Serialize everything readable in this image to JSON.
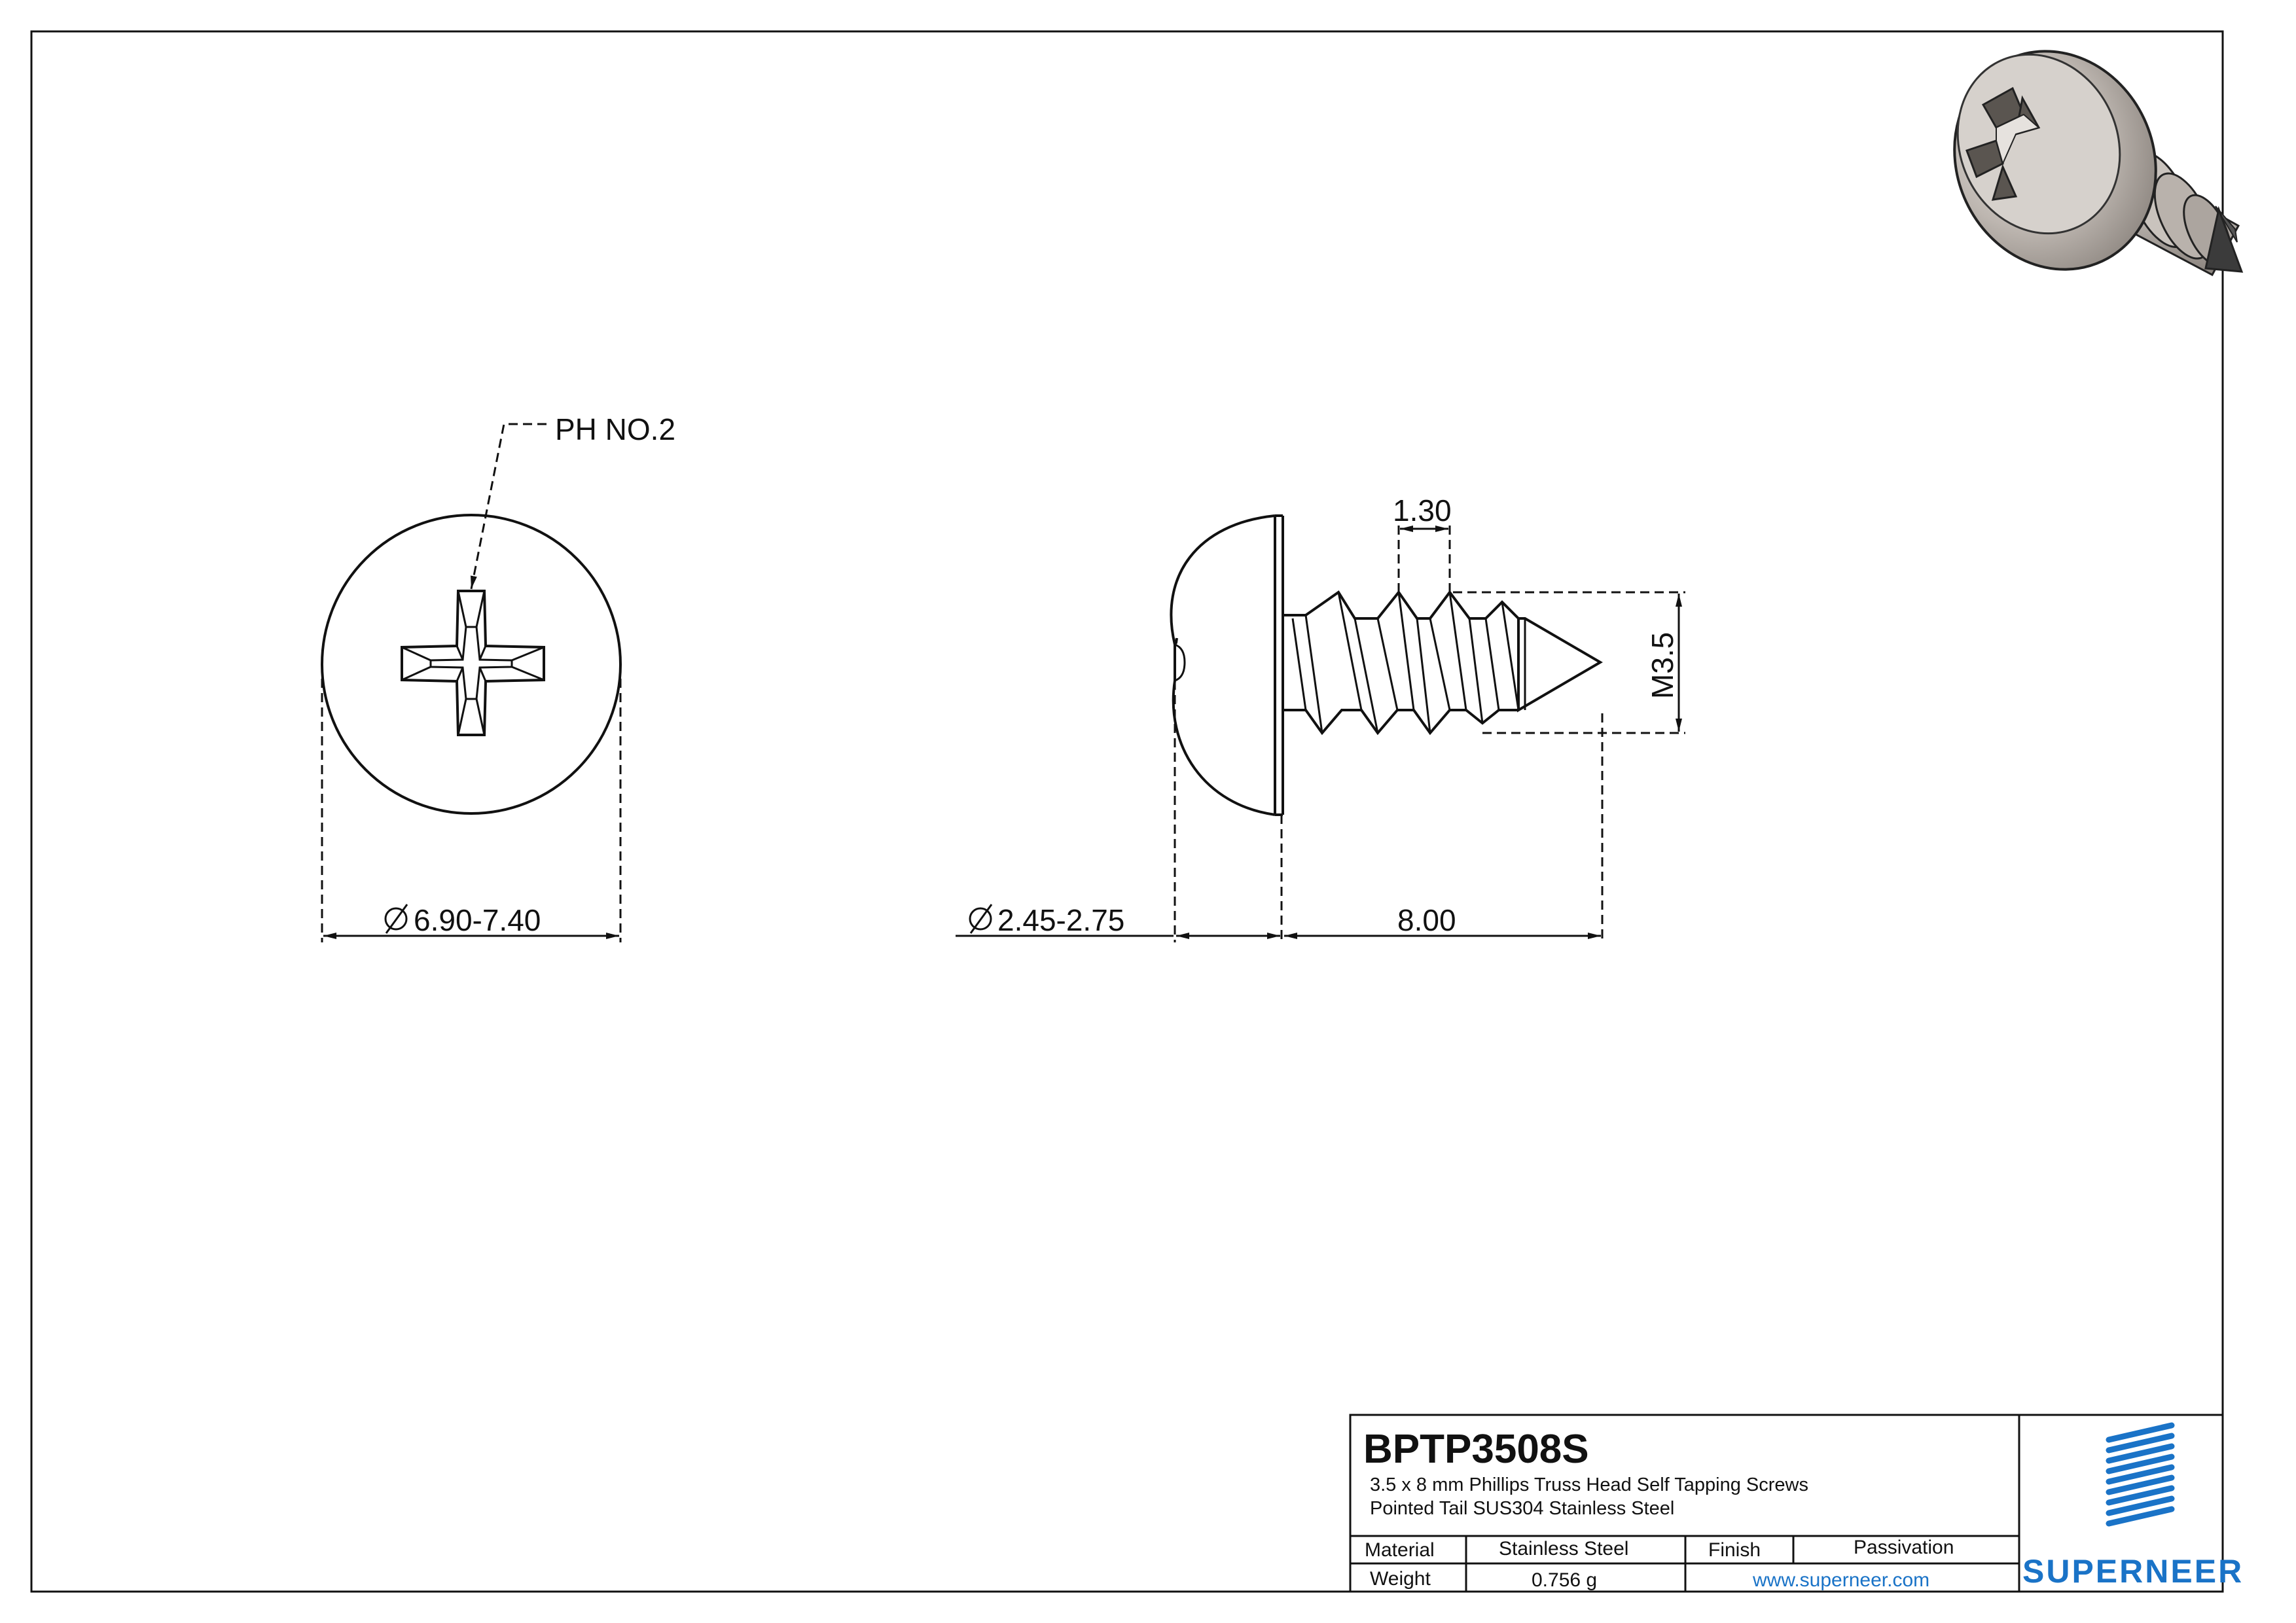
{
  "drawing": {
    "callout_drive": "PH NO.2",
    "dim_head_diameter": "6.90-7.40",
    "dim_head_height": "2.45-2.75",
    "dim_length": "8.00",
    "dim_pitch": "1.30",
    "dim_thread": "M3.5"
  },
  "title_block": {
    "part_number": "BPTP3508S",
    "description_line1": "3.5 x 8 mm Phillips Truss Head Self Tapping Screws",
    "description_line2": "Pointed Tail SUS304 Stainless Steel",
    "material_label": "Material",
    "material_value": "Stainless Steel",
    "finish_label": "Finish",
    "finish_value": "Passivation",
    "weight_label": "Weight",
    "weight_value": "0.756 g",
    "website": "www.superneer.com",
    "brand": "SUPERNEER"
  },
  "colors": {
    "line": "#111111",
    "brand": "#1a73c7"
  }
}
